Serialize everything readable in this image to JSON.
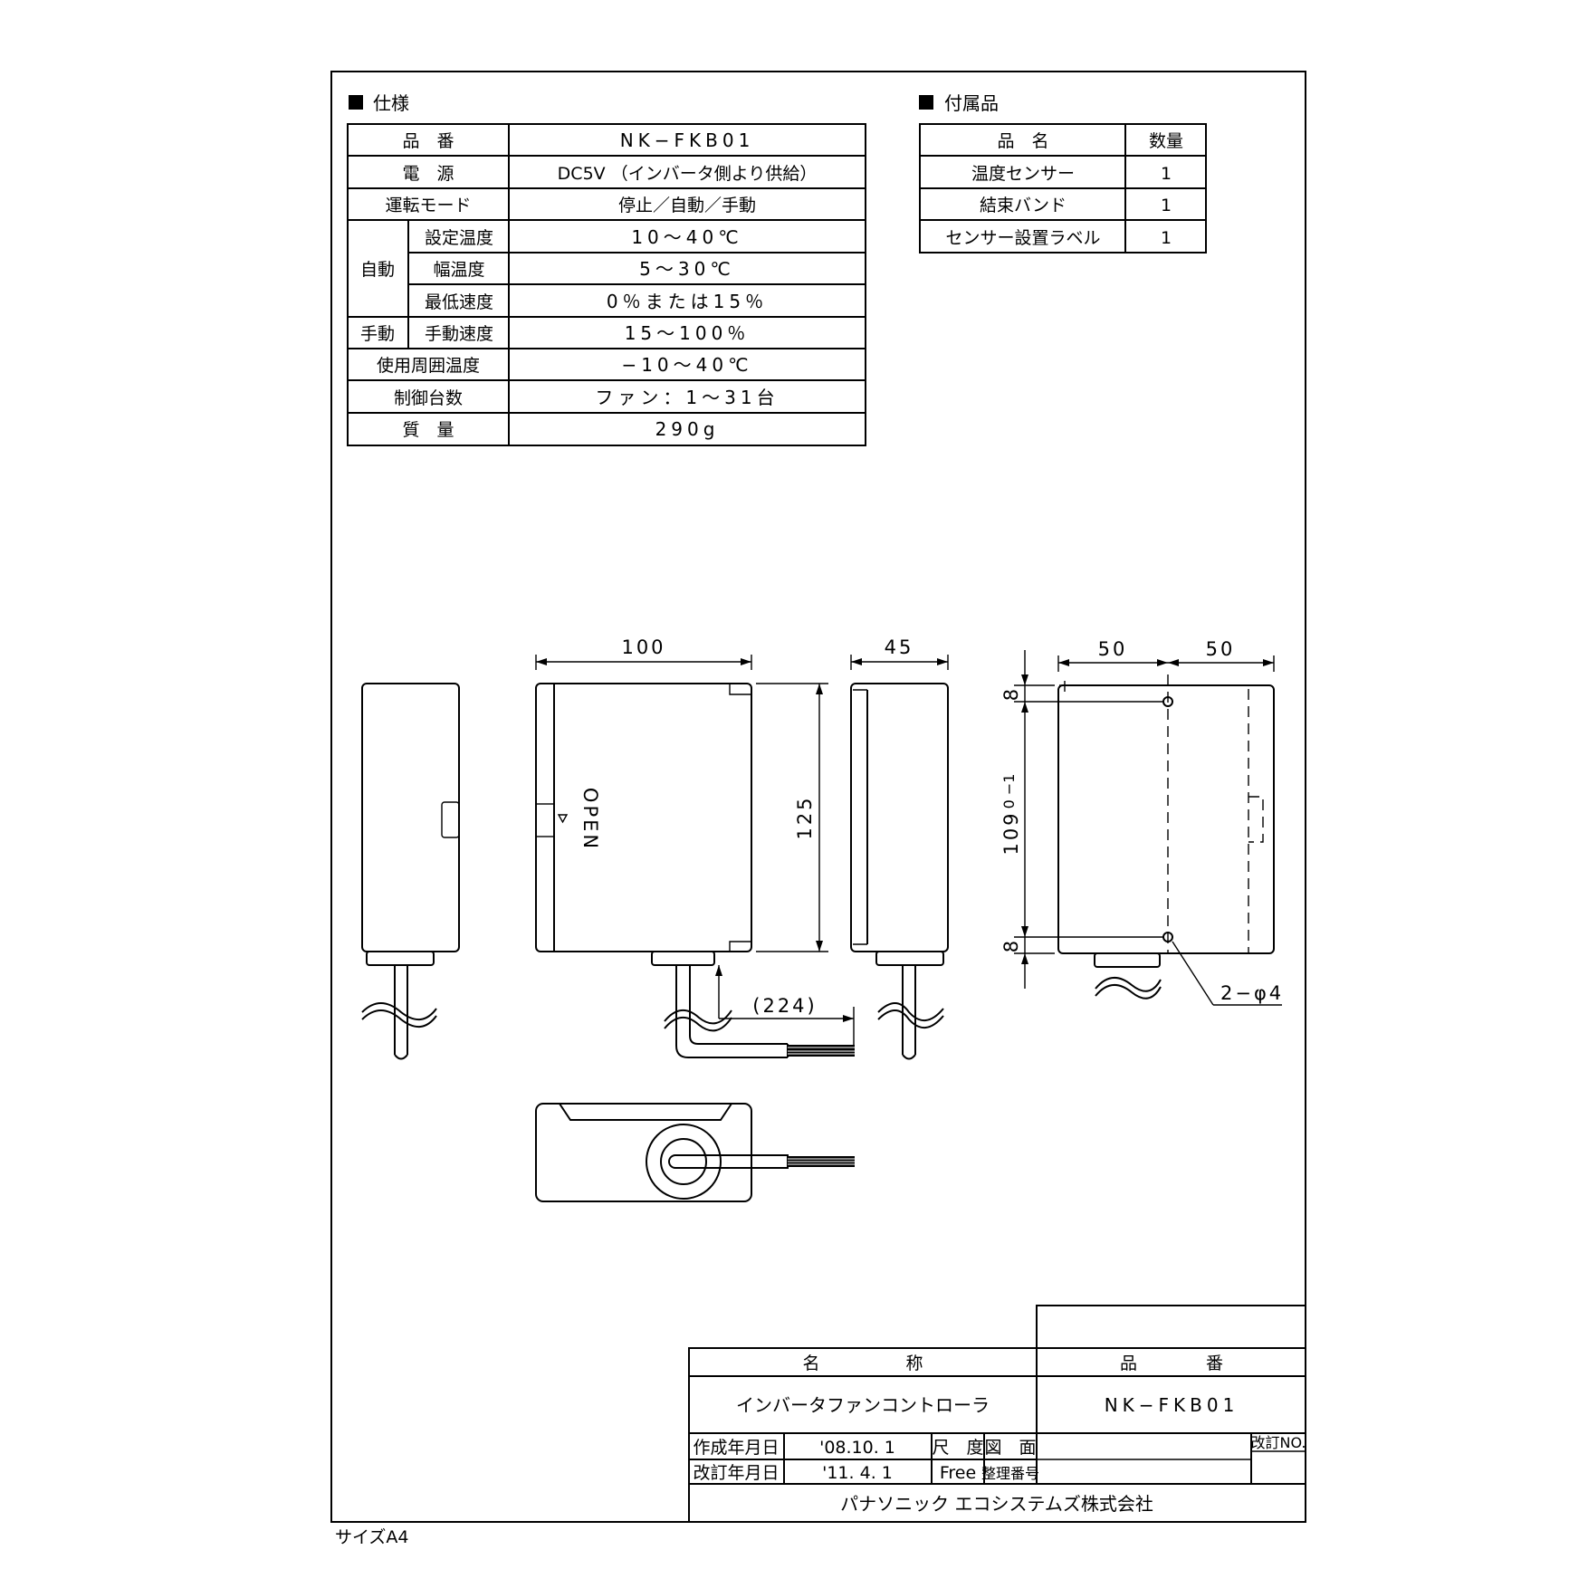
{
  "spec": {
    "heading": "仕様",
    "rows": {
      "model": {
        "label": "品　番",
        "value": "NK−FKB01"
      },
      "power": {
        "label": "電　源",
        "value": "DC5V （インバータ側より供給）"
      },
      "mode": {
        "label": "運転モード",
        "value": "停止／自動／手動"
      },
      "auto_group": "自動",
      "set_temp": {
        "label": "設定温度",
        "value": "10〜40℃"
      },
      "band": {
        "label": "幅温度",
        "value": "5〜30℃"
      },
      "min_speed": {
        "label": "最低速度",
        "value": "0％または15％"
      },
      "manual_group": "手動",
      "man_speed": {
        "label": "手動速度",
        "value": "15〜100％"
      },
      "ambient": {
        "label": "使用周囲温度",
        "value": "−10〜40℃"
      },
      "units": {
        "label": "制御台数",
        "value": "ファン：1〜31台"
      },
      "mass": {
        "label": "質　量",
        "value": "290g"
      }
    }
  },
  "accessories": {
    "heading": "付属品",
    "col_name": "品　名",
    "col_qty": "数量",
    "items": [
      {
        "name": "温度センサー",
        "qty": "1"
      },
      {
        "name": "結束バンド",
        "qty": "1"
      },
      {
        "name": "センサー設置ラベル",
        "qty": "1"
      }
    ]
  },
  "drawing": {
    "dim_width": "100",
    "dim_depth": "45",
    "dim_height": "125",
    "dim_half_left": "50",
    "dim_half_right": "50",
    "dim_top_offset": "8",
    "dim_bottom_offset": "8",
    "dim_pitch": "109",
    "dim_pitch_tol": "0\n−1",
    "dim_cable": "(224)",
    "holes": "2−φ4",
    "open_label": "OPEN"
  },
  "title_block": {
    "name_header": "名　　　　　称",
    "model_header": "品　　　　番",
    "product_name": "インバータファンコントローラ",
    "model_no": "NK−FKB01",
    "created_label": "作成年月日",
    "created_date": "'08.10. 1",
    "revised_label": "改訂年月日",
    "revised_date": "'11. 4. 1",
    "scale_label": "尺　度",
    "scale_value": "Free",
    "drawing_label": "図　面",
    "drawing_no_label": "整理番号",
    "revision_no_label": "改訂NO.",
    "company": "パナソニック エコシステムズ株式会社"
  },
  "sheet_size": "サイズA4"
}
